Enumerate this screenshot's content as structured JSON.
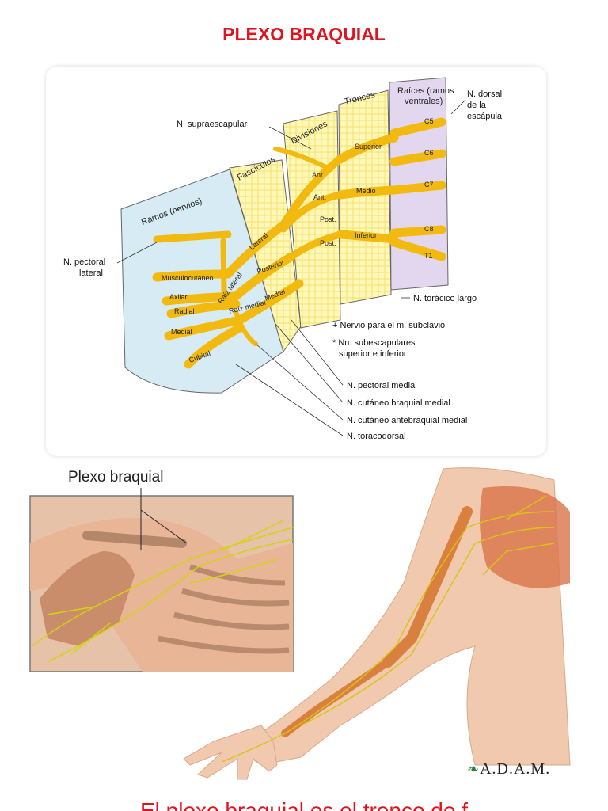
{
  "title": "PLEXO BRAQUIAL",
  "diagram": {
    "headers": {
      "raices": "Raíces (ramos ventrales)",
      "troncos": "Troncos",
      "divisiones": "Divisiones",
      "fasciculos": "Fascículos",
      "ramos": "Ramos (nervios)"
    },
    "roots": [
      "C5",
      "C6",
      "C7",
      "C8",
      "T1"
    ],
    "trunks": [
      "Superior",
      "Medio",
      "Inferior"
    ],
    "divisions": [
      "Ant.",
      "Ant.",
      "Post.",
      "Post."
    ],
    "cords": [
      "Lateral",
      "Posterior",
      "Medial"
    ],
    "branches": [
      "Musculocutáneo",
      "Axilar",
      "Radial",
      "Medial",
      "Cubital"
    ],
    "roots_labels": [
      "Raíz lateral",
      "Raíz medial"
    ],
    "callouts": {
      "dorsal_escapula": [
        "N. dorsal",
        "de la",
        "escápula"
      ],
      "supraescapular": "N. supraescapular",
      "pectoral_lateral": [
        "N. pectoral",
        "lateral"
      ],
      "toracico_largo": "N. torácico largo",
      "pectoral_medial": "N. pectoral medial",
      "cutaneo_braquial": "N. cutáneo braquial medial",
      "cutaneo_antebraquial": "N. cutáneo antebraquial medial",
      "toracodorsal": "N. toracodorsal"
    },
    "notes": [
      "+ Nervio para el m. subclavio",
      "* Nn. subescapulares",
      "superior e inferior"
    ]
  },
  "illustration": {
    "inset_label": "Plexo braquial",
    "brand": "A.D.A.M."
  },
  "footer_partial": "El plexo braquial es el tronco de f",
  "colors": {
    "title": "#e0141e",
    "nerve": "#f2b90f",
    "raices_panel": "#e3d7ef",
    "grid_panel": "#fff8b8",
    "ramos_panel": "#d6ebf3"
  }
}
